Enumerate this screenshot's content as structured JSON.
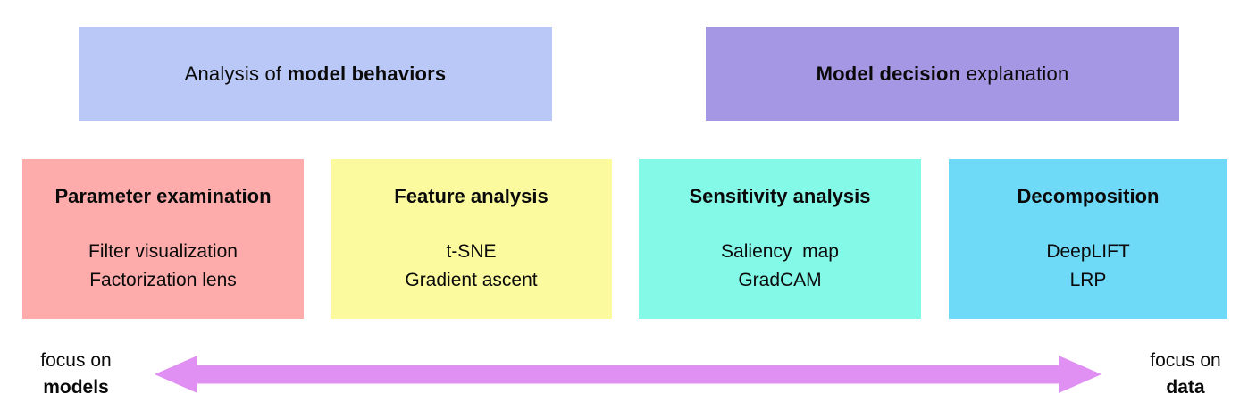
{
  "top_row": {
    "behavior_box": {
      "prefix": "Analysis of ",
      "bold": "model behaviors",
      "bg": "#b9c8f6"
    },
    "decision_box": {
      "bold": "Model decision",
      "suffix": " explanation",
      "bg": "#a597e4"
    }
  },
  "categories": [
    {
      "title": "Parameter examination",
      "items": [
        "Filter visualization",
        "Factorization lens"
      ],
      "bg": "#feabab"
    },
    {
      "title": "Feature analysis",
      "items": [
        "t-SNE",
        "Gradient ascent"
      ],
      "bg": "#fbfa9e"
    },
    {
      "title": "Sensitivity analysis",
      "items": [
        "Saliency  map",
        "GradCAM"
      ],
      "bg": "#84f9e8"
    },
    {
      "title": "Decomposition",
      "items": [
        "DeepLIFT",
        "LRP"
      ],
      "bg": "#6fd9f8"
    }
  ],
  "axis": {
    "left_label": {
      "line1": "focus on",
      "line2": "models"
    },
    "right_label": {
      "line1": "focus on",
      "line2": "data"
    },
    "arrow_color": "#e08ff2"
  }
}
